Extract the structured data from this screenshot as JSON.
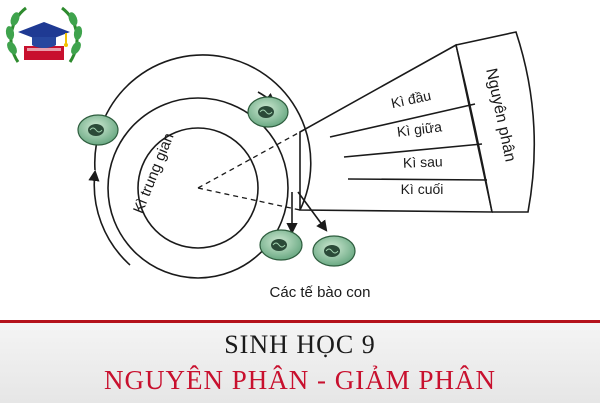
{
  "diagram": {
    "interphase_label": "Kì trung gian",
    "mitosis_label": "Nguyên phân",
    "phases": [
      "Kì đầu",
      "Kì giữa",
      "Kì sau",
      "Kì cuối"
    ],
    "daughter_cells_label": "Các tế bào con"
  },
  "banner": {
    "line1": "SINH HỌC 9",
    "line2": "NGUYÊN PHÂN - GIẢM PHÂN"
  },
  "colors": {
    "accent_red": "#c8102e",
    "cell_green": "#7fbf8f",
    "laurel_green": "#2e8b2e",
    "cap_blue": "#1f3a93"
  },
  "icons": {
    "logo": "graduation-cap-laurel-logo"
  }
}
